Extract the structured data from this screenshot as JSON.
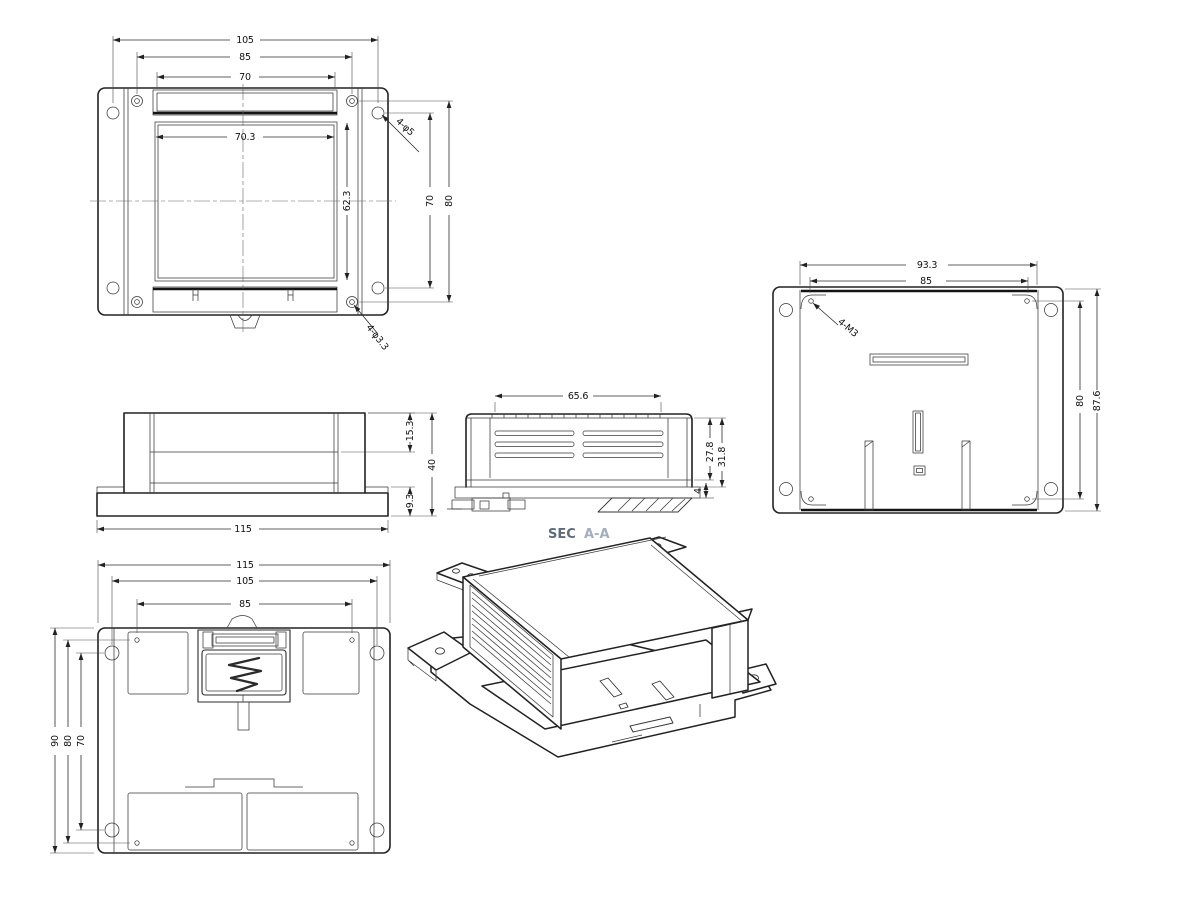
{
  "page": {
    "background": "#ffffff",
    "kind": "engineering-drawing",
    "subject": "DIN-rail enclosure multi-view CAD drawing"
  },
  "colors": {
    "line": "#222222",
    "sec_label": "#5d6b7d",
    "aa_label": "#a3aebc"
  },
  "labels": {
    "section": {
      "sec": "SEC",
      "aa": "A-A"
    }
  },
  "views": {
    "top": {
      "dims": {
        "w105": "105",
        "w85": "85",
        "w70": "70",
        "w70_3": "70.3",
        "h62_3": "62.3",
        "h70": "70",
        "h80": "80"
      },
      "leaders": {
        "phi5": "4-φ5",
        "phi3_3": "4-φ3.3"
      }
    },
    "side": {
      "dims": {
        "h15_3": "15.3",
        "h40": "40",
        "h9_3": "9.3",
        "w115": "115"
      }
    },
    "section": {
      "dims": {
        "w65_6": "65.6",
        "h27_8": "27.8",
        "h31_8": "31.8",
        "h4": "4"
      }
    },
    "back": {
      "dims": {
        "w93_3": "93.3",
        "w85": "85",
        "h80": "80",
        "h87_6": "87.6"
      },
      "leaders": {
        "m3": "4-M3"
      }
    },
    "bottom": {
      "dims": {
        "w115": "115",
        "w105": "105",
        "w85": "85",
        "h90": "90",
        "h80": "80",
        "h70": "70"
      }
    }
  }
}
